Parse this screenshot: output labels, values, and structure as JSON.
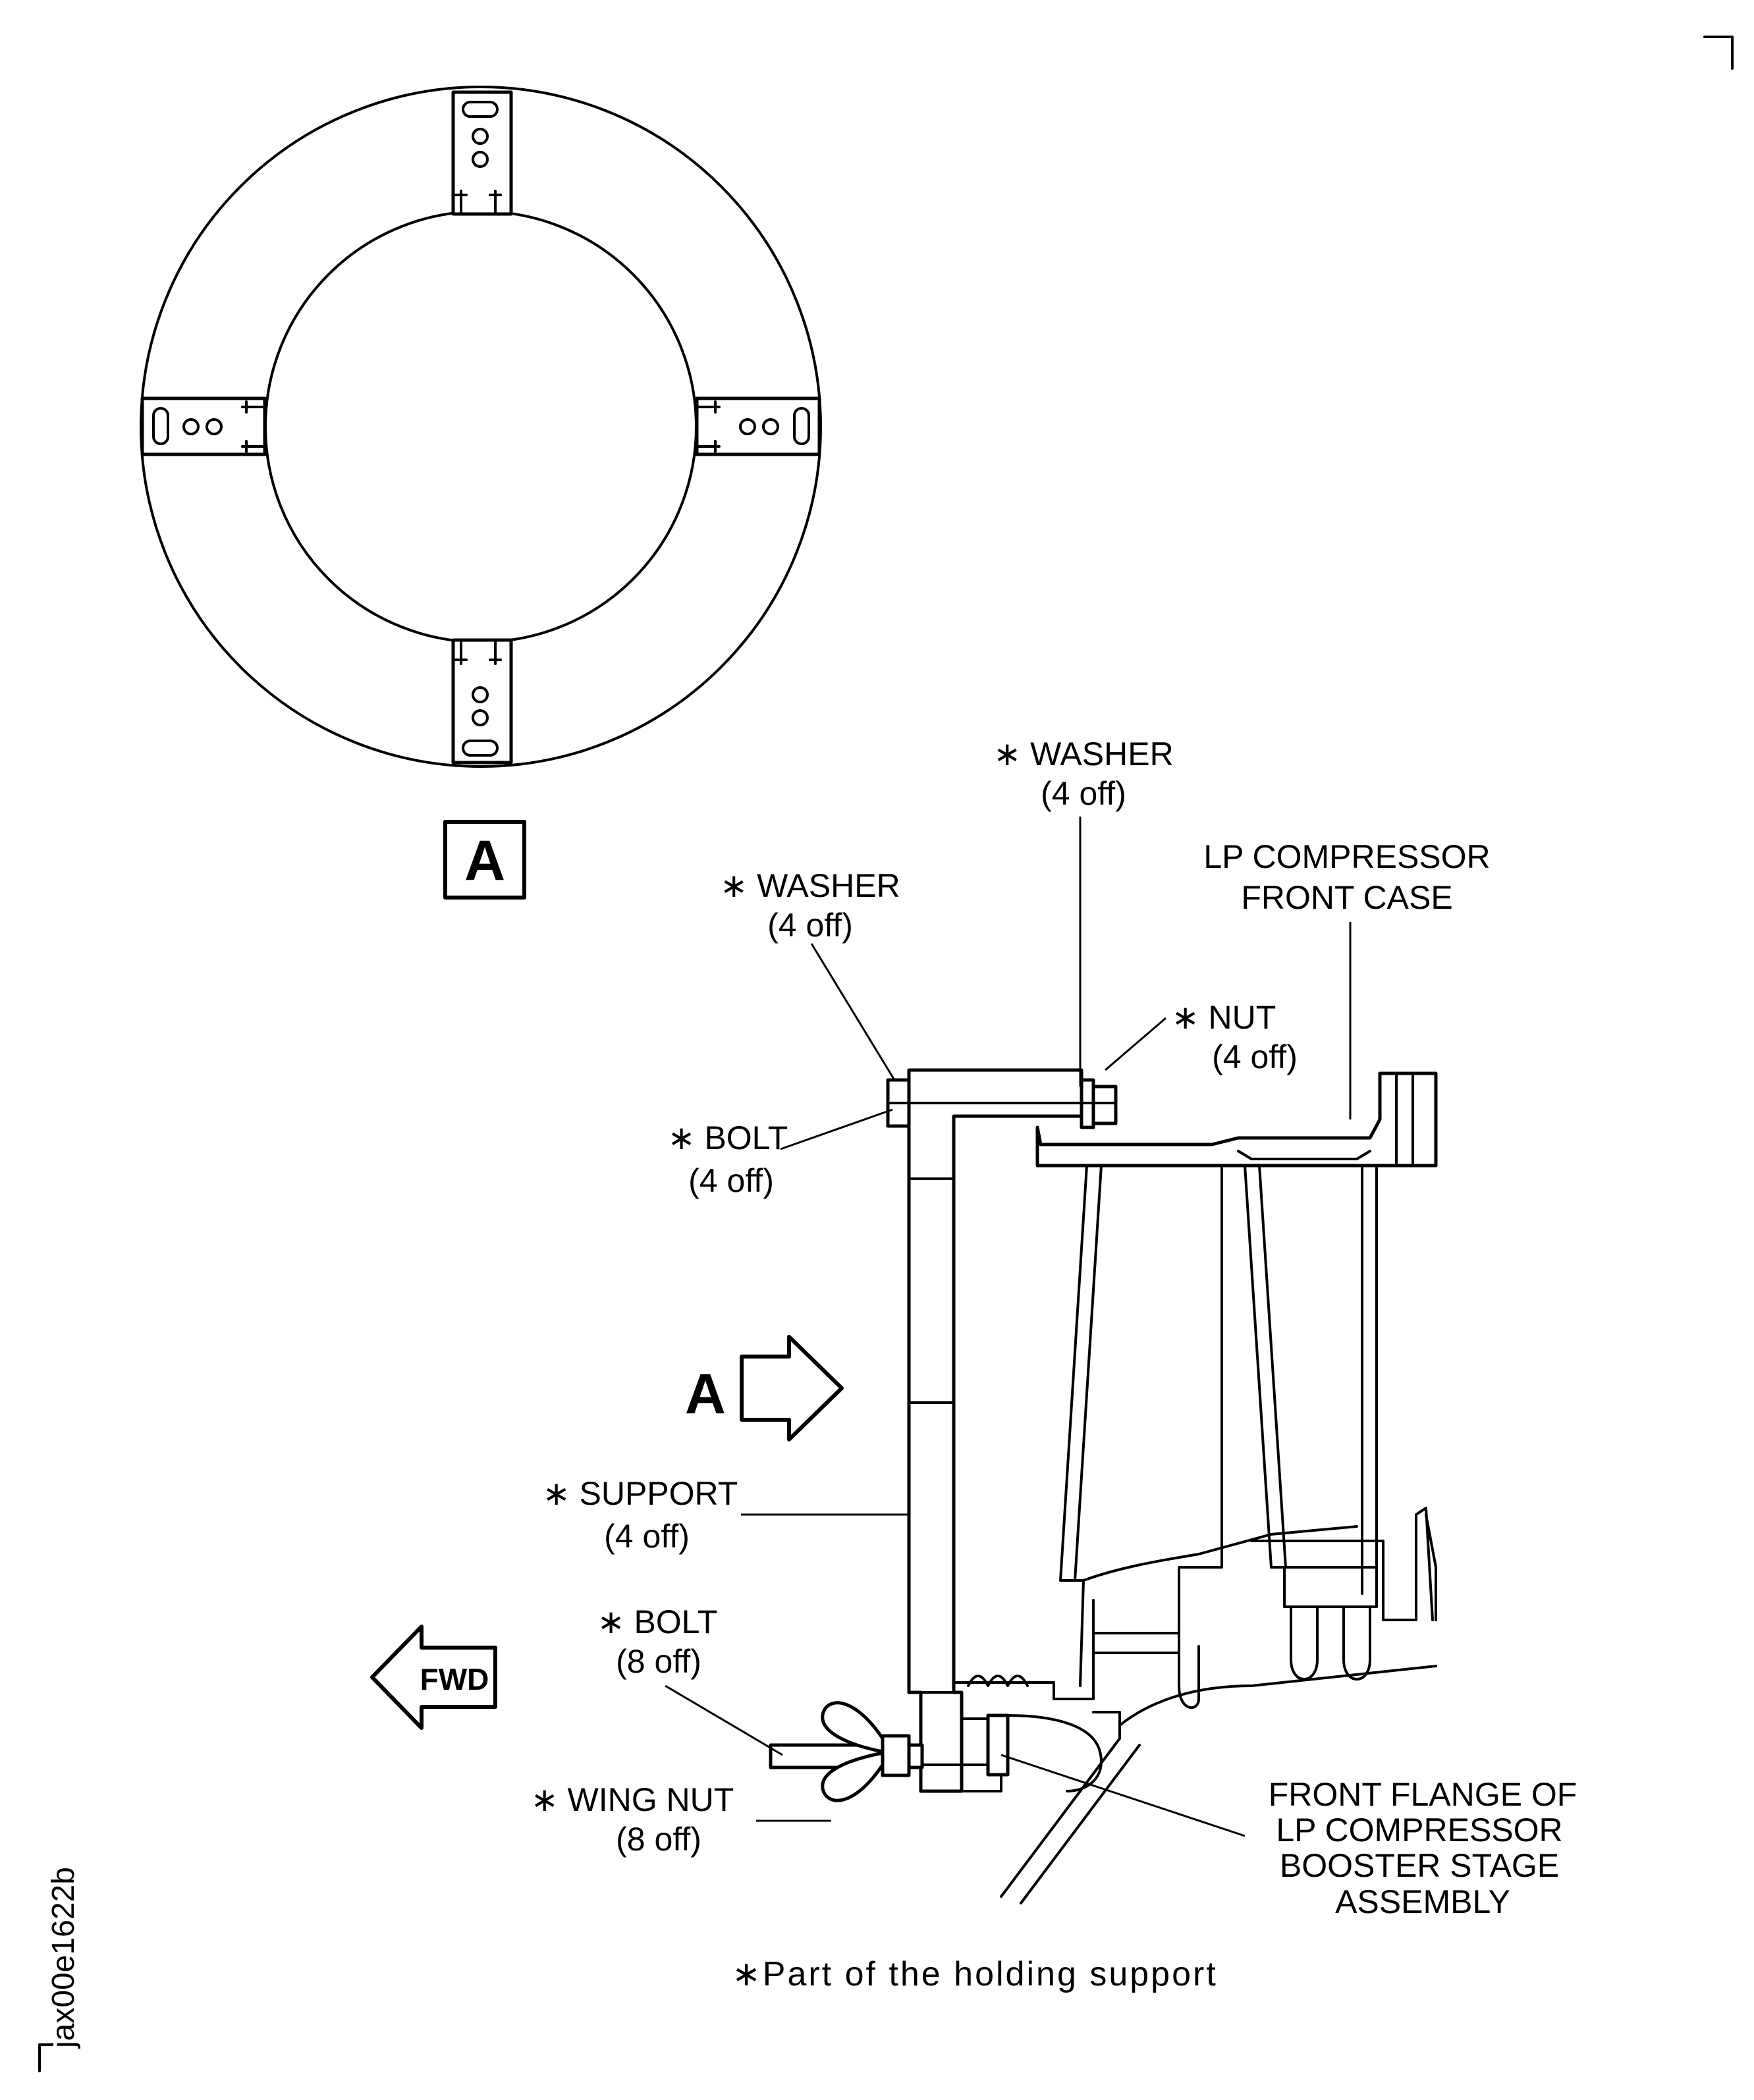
{
  "view_label": "A",
  "arrow_label": "A",
  "fwd_label": "FWD",
  "callouts": {
    "washer_top": {
      "name": "∗ WASHER",
      "qty": "(4 off)"
    },
    "washer_left": {
      "name": "∗ WASHER",
      "qty": "(4 off)"
    },
    "lp_front_case": {
      "line1": "LP COMPRESSOR",
      "line2": "FRONT CASE"
    },
    "nut": {
      "name": "∗ NUT",
      "qty": "(4 off)"
    },
    "bolt_top": {
      "name": "∗ BOLT",
      "qty": "(4 off)"
    },
    "support": {
      "name": "∗ SUPPORT",
      "qty": "(4 off)"
    },
    "bolt_bottom": {
      "name": "∗ BOLT",
      "qty": "(8 off)"
    },
    "wing_nut": {
      "name": "∗ WING NUT",
      "qty": "(8 off)"
    },
    "front_flange": {
      "line1": "FRONT FLANGE OF",
      "line2": "LP COMPRESSOR",
      "line3": "BOOSTER STAGE",
      "line4": "ASSEMBLY"
    }
  },
  "footnote": "∗Part of the holding support",
  "figure_id": "jax00e1622b"
}
